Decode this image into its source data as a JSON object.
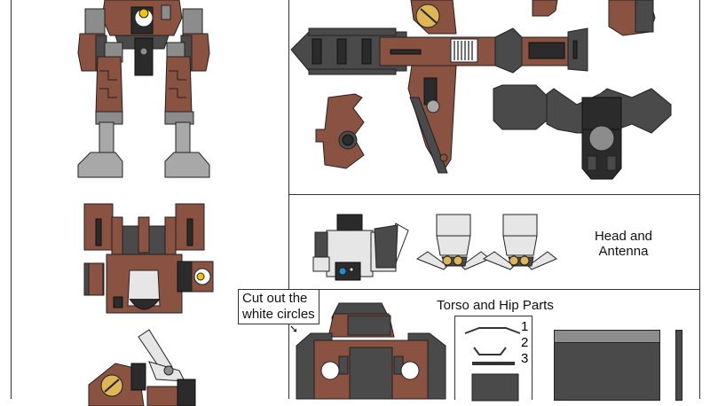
{
  "sheet": {
    "sections": [
      {
        "id": "head",
        "label_line1": "Head and",
        "label_line2": "Antenna"
      },
      {
        "id": "torso",
        "label": "Torso and Hip Parts"
      }
    ],
    "callout": {
      "line1": "Cut out the",
      "line2": "white circles"
    },
    "part_numbers": [
      "1",
      "2",
      "3"
    ],
    "colors": {
      "brown": "#8a5240",
      "dark_gray": "#4a4a4a",
      "gray": "#8c8c8c",
      "light_gray": "#e6e6e6",
      "yellow": "#f2c400",
      "tan": "#dfb657",
      "blue": "#1e8fd8",
      "border": "#333333"
    }
  }
}
